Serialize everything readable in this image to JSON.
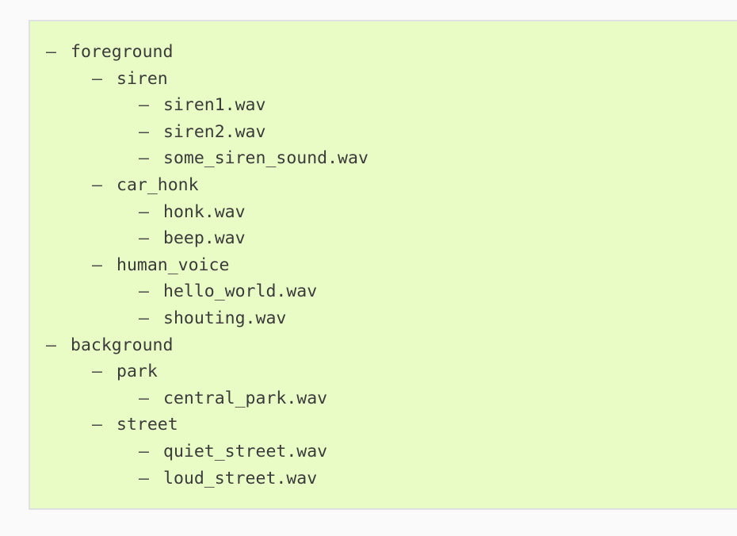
{
  "page": {
    "background_color": "#fafafa"
  },
  "panel": {
    "background_color": "#e9fcc6",
    "border_color": "#dfe1e3"
  },
  "tree": {
    "marker": "–",
    "text_color": "#3b3b3b",
    "items": [
      {
        "label": "foreground",
        "level": 1
      },
      {
        "label": "siren",
        "level": 2
      },
      {
        "label": "siren1.wav",
        "level": 3
      },
      {
        "label": "siren2.wav",
        "level": 3
      },
      {
        "label": "some_siren_sound.wav",
        "level": 3
      },
      {
        "label": "car_honk",
        "level": 2
      },
      {
        "label": "honk.wav",
        "level": 3
      },
      {
        "label": "beep.wav",
        "level": 3
      },
      {
        "label": "human_voice",
        "level": 2
      },
      {
        "label": "hello_world.wav",
        "level": 3
      },
      {
        "label": "shouting.wav",
        "level": 3
      },
      {
        "label": "background",
        "level": 1
      },
      {
        "label": "park",
        "level": 2
      },
      {
        "label": "central_park.wav",
        "level": 3
      },
      {
        "label": "street",
        "level": 2
      },
      {
        "label": "quiet_street.wav",
        "level": 3
      },
      {
        "label": "loud_street.wav",
        "level": 3
      }
    ]
  }
}
